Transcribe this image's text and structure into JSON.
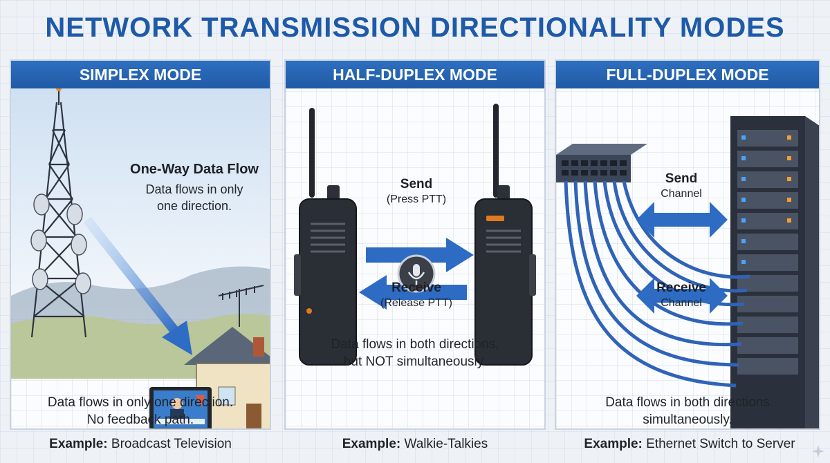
{
  "title": "NETWORK TRANSMISSION DIRECTIONALITY MODES",
  "panels": [
    {
      "header": "SIMPLEX MODE",
      "flow_title": "One-Way Data Flow",
      "flow_desc_line1": "Data flows in only",
      "flow_desc_line2": "one direction.",
      "caption_line1": "Data flows in only one direction.",
      "caption_line2": "No feedback path.",
      "example_label": "Example:",
      "example_value": "Broadcast Television"
    },
    {
      "header": "HALF-DUPLEX MODE",
      "send_label": "Send",
      "send_sub": "(Press PTT)",
      "receive_label": "Receive",
      "receive_sub": "(Release PTT)",
      "caption_line1": "Data flows in both directions,",
      "caption_line2": "but NOT simultaneously.",
      "example_label": "Example:",
      "example_value": "Walkie-Talkies"
    },
    {
      "header": "FULL-DUPLEX MODE",
      "send_label": "Send",
      "send_sub": "Channel",
      "receive_label": "Receive",
      "receive_sub": "Channel",
      "caption_line1": "Data flows in both directions",
      "caption_line2": "simultaneously.",
      "example_label": "Example:",
      "example_value": "Ethernet Switch to Server"
    }
  ],
  "colors": {
    "accent": "#1e5aa8",
    "header_bg": "#2563b0",
    "arrow": "#2e6cc4"
  },
  "icons": [
    "broadcast-tower-icon",
    "house-icon",
    "television-icon",
    "walkie-talkie-icon",
    "microphone-icon",
    "network-switch-icon",
    "server-rack-icon",
    "ethernet-cable-icon"
  ]
}
